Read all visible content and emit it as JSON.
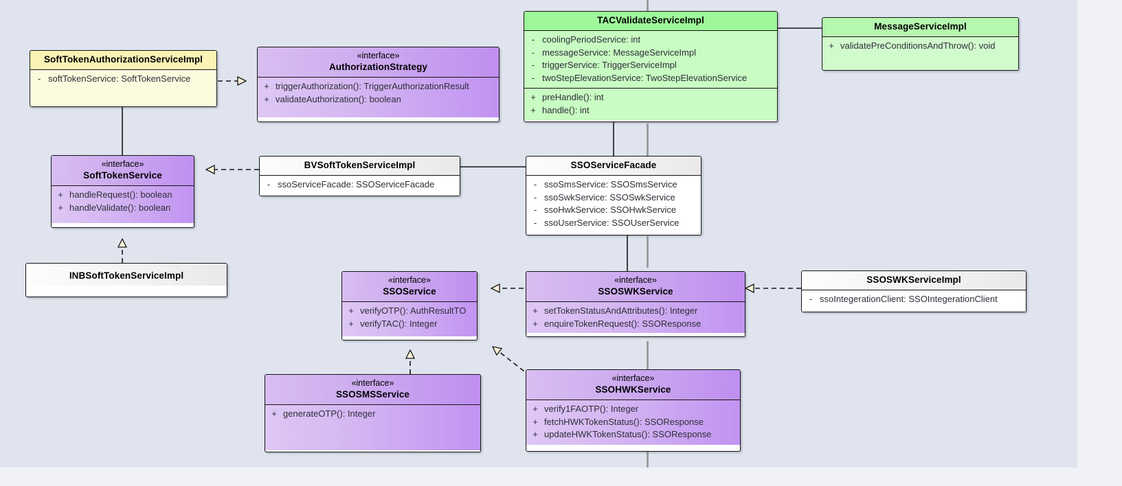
{
  "diagram": {
    "title": "UML Class Diagram",
    "background_color": "#dfe4ef",
    "colors": {
      "purple_header": "#cfb0ef",
      "purple_body": "#d4b7f2",
      "green_header": "#9ef79a",
      "green_body": "#c8fcc2",
      "light_green_header": "#b6f7b0",
      "light_green_body": "#d2fbcd",
      "yellow_header": "#fbf3b6",
      "yellow_body": "#fdfbdd",
      "white_header": "#f2f2f2",
      "white_body": "#ffffff",
      "border": "#151515",
      "arrow_fill": "#fdf2d8",
      "guide_line": "#9c9c9c"
    },
    "nodes": [
      {
        "id": "softTokenAuthorizationServiceImpl",
        "name": "SoftTokenAuthorizationServiceImpl",
        "stereotype": "",
        "style": "p-yellow",
        "attributes": [
          {
            "vis": "-",
            "sig": "softTokenService: SoftTokenService"
          }
        ],
        "operations": []
      },
      {
        "id": "authorizationStrategy",
        "name": "AuthorizationStrategy",
        "stereotype": "«interface»",
        "style": "p-purple",
        "attributes": [],
        "operations": [
          {
            "vis": "+",
            "sig": "triggerAuthorization(): TriggerAuthorizationResult"
          },
          {
            "vis": "+",
            "sig": "validateAuthorization(): boolean"
          }
        ]
      },
      {
        "id": "tacValidateServiceImpl",
        "name": "TACValidateServiceImpl",
        "stereotype": "",
        "style": "p-green",
        "attributes": [
          {
            "vis": "-",
            "sig": "coolingPeriodService: int"
          },
          {
            "vis": "-",
            "sig": "messageService: MessageServiceImpl"
          },
          {
            "vis": "-",
            "sig": "triggerService: TriggerServiceImpl"
          },
          {
            "vis": "-",
            "sig": "twoStepElevationService: TwoStepElevationService"
          }
        ],
        "operations": [
          {
            "vis": "+",
            "sig": "preHandle(): int"
          },
          {
            "vis": "+",
            "sig": "handle(): int"
          }
        ]
      },
      {
        "id": "messageServiceImpl",
        "name": "MessageServiceImpl",
        "stereotype": "",
        "style": "p-lgreen",
        "attributes": [],
        "operations": [
          {
            "vis": "+",
            "sig": "validatePreConditionsAndThrow(): void"
          }
        ]
      },
      {
        "id": "softTokenService",
        "name": "SoftTokenService",
        "stereotype": "«interface»",
        "style": "p-purple",
        "attributes": [],
        "operations": [
          {
            "vis": "+",
            "sig": "handleRequest(): boolean"
          },
          {
            "vis": "+",
            "sig": "handleValidate(): boolean"
          }
        ]
      },
      {
        "id": "bvSoftTokenServiceImpl",
        "name": "BVSoftTokenServiceImpl",
        "stereotype": "",
        "style": "p-white",
        "attributes": [
          {
            "vis": "-",
            "sig": "ssoServiceFacade: SSOServiceFacade"
          }
        ],
        "operations": []
      },
      {
        "id": "ssoServiceFacade",
        "name": "SSOServiceFacade",
        "stereotype": "",
        "style": "p-white",
        "attributes": [
          {
            "vis": "-",
            "sig": "ssoSmsService: SSOSmsService"
          },
          {
            "vis": "-",
            "sig": "ssoSwkService: SSOSwkService"
          },
          {
            "vis": "-",
            "sig": "ssoHwkService: SSOHwkService"
          },
          {
            "vis": "-",
            "sig": "ssoUserService: SSOUserService"
          }
        ],
        "operations": []
      },
      {
        "id": "inbSoftTokenServiceImpl",
        "name": "INBSoftTokenServiceImpl",
        "stereotype": "",
        "style": "p-white",
        "attributes": [],
        "operations": []
      },
      {
        "id": "ssoService",
        "name": "SSOService",
        "stereotype": "«interface»",
        "style": "p-purple",
        "attributes": [],
        "operations": [
          {
            "vis": "+",
            "sig": "verifyOTP(): AuthResultTO"
          },
          {
            "vis": "+",
            "sig": "verifyTAC(): Integer"
          }
        ]
      },
      {
        "id": "ssoSwkService",
        "name": "SSOSWKService",
        "stereotype": "«interface»",
        "style": "p-purple",
        "attributes": [],
        "operations": [
          {
            "vis": "+",
            "sig": "setTokenStatusAndAttributes(): Integer"
          },
          {
            "vis": "+",
            "sig": "enquireTokenRequest(): SSOResponse"
          }
        ]
      },
      {
        "id": "ssoSwkServiceImpl",
        "name": "SSOSWKServiceImpl",
        "stereotype": "",
        "style": "p-white",
        "attributes": [
          {
            "vis": "-",
            "sig": "ssoIntegerationClient: SSOIntegerationClient"
          }
        ],
        "operations": []
      },
      {
        "id": "ssoSmsService",
        "name": "SSOSMSService",
        "stereotype": "«interface»",
        "style": "p-purple",
        "attributes": [],
        "operations": [
          {
            "vis": "+",
            "sig": "generateOTP(): Integer"
          }
        ]
      },
      {
        "id": "ssoHwkService",
        "name": "SSOHWKService",
        "stereotype": "«interface»",
        "style": "p-purple",
        "attributes": [],
        "operations": [
          {
            "vis": "+",
            "sig": "verify1FAOTP(): Integer"
          },
          {
            "vis": "+",
            "sig": "fetchHWKTokenStatus(): SSOResponse"
          },
          {
            "vis": "+",
            "sig": "updateHWKTokenStatus(): SSOResponse"
          }
        ]
      }
    ],
    "relationships": [
      {
        "from": "softTokenAuthorizationServiceImpl",
        "to": "authorizationStrategy",
        "type": "realization"
      },
      {
        "from": "bvSoftTokenServiceImpl",
        "to": "softTokenService",
        "type": "realization"
      },
      {
        "from": "inbSoftTokenServiceImpl",
        "to": "softTokenService",
        "type": "realization"
      },
      {
        "from": "softTokenAuthorizationServiceImpl",
        "to": "softTokenService",
        "type": "association"
      },
      {
        "from": "tacValidateServiceImpl",
        "to": "messageServiceImpl",
        "type": "association"
      },
      {
        "from": "bvSoftTokenServiceImpl",
        "to": "ssoServiceFacade",
        "type": "association"
      },
      {
        "from": "ssoSwkService",
        "to": "ssoService",
        "type": "realization"
      },
      {
        "from": "ssoHwkService",
        "to": "ssoService",
        "type": "realization"
      },
      {
        "from": "ssoSmsService",
        "to": "ssoService",
        "type": "realization"
      },
      {
        "from": "ssoSwkServiceImpl",
        "to": "ssoSwkService",
        "type": "realization"
      },
      {
        "from": "ssoServiceFacade",
        "to": "ssoSwkService",
        "type": "association"
      }
    ]
  }
}
